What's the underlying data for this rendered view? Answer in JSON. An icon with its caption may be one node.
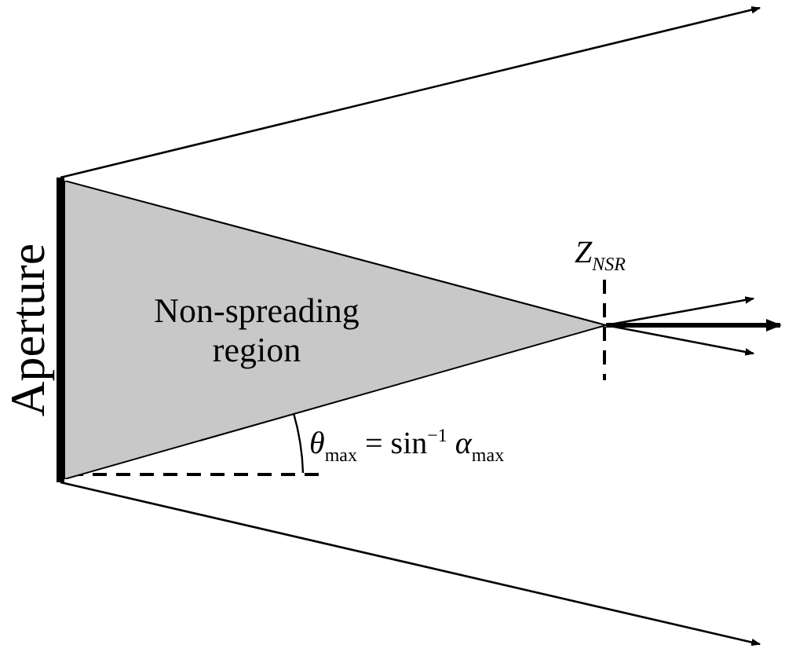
{
  "diagram": {
    "nodes": [
      {
        "text": [],
        "shape": "bar",
        "beside": [
          "Aperture"
        ]
      },
      {
        "text": [
          "Non-spreading region"
        ]
      }
    ],
    "edges": [
      {
        "from": 0,
        "to": null,
        "arrow": "to"
      },
      {
        "from": 0,
        "to": null,
        "arrow": "to"
      },
      {
        "from": 1,
        "to": null,
        "arrow": "to"
      },
      {
        "from": 1,
        "to": null,
        "arrow": "to"
      },
      {
        "from": 1,
        "to": null,
        "arrow": "to",
        "style": "thick"
      }
    ],
    "labels": [
      "Z$_{NSR}$",
      "*θ*$_{max}$ = sin$^{−1}$ *α*$_{max}$"
    ]
  }
}
